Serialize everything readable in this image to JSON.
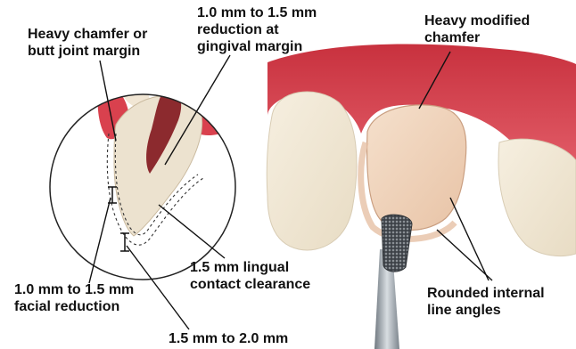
{
  "labels": {
    "heavy_chamfer": {
      "line1": "Heavy chamfer or",
      "line2": "butt joint margin"
    },
    "gingival_reduction": {
      "line1": "1.0 mm to 1.5 mm",
      "line2": "reduction at",
      "line3": "gingival margin"
    },
    "heavy_modified_chamfer": {
      "line1": "Heavy modified",
      "line2": "chamfer"
    },
    "lingual_clearance": {
      "line1": "1.5 mm lingual",
      "line2": "contact clearance"
    },
    "facial_reduction": {
      "line1": "1.0 mm to 1.5 mm",
      "line2": "facial reduction"
    },
    "rounded_internal": {
      "line1": "Rounded internal",
      "line2": "line angles"
    },
    "incisal_reduction": {
      "line1": "1.5 mm to 2.0 mm"
    }
  },
  "colors": {
    "gingiva": "#d9414e",
    "tooth_enamel": "#f2e8d4",
    "prepared_tooth": "#f3d7c0",
    "pulp": "#8c2a2e",
    "bur_shank": "#9aa3ab",
    "leader_line": "#111111"
  }
}
